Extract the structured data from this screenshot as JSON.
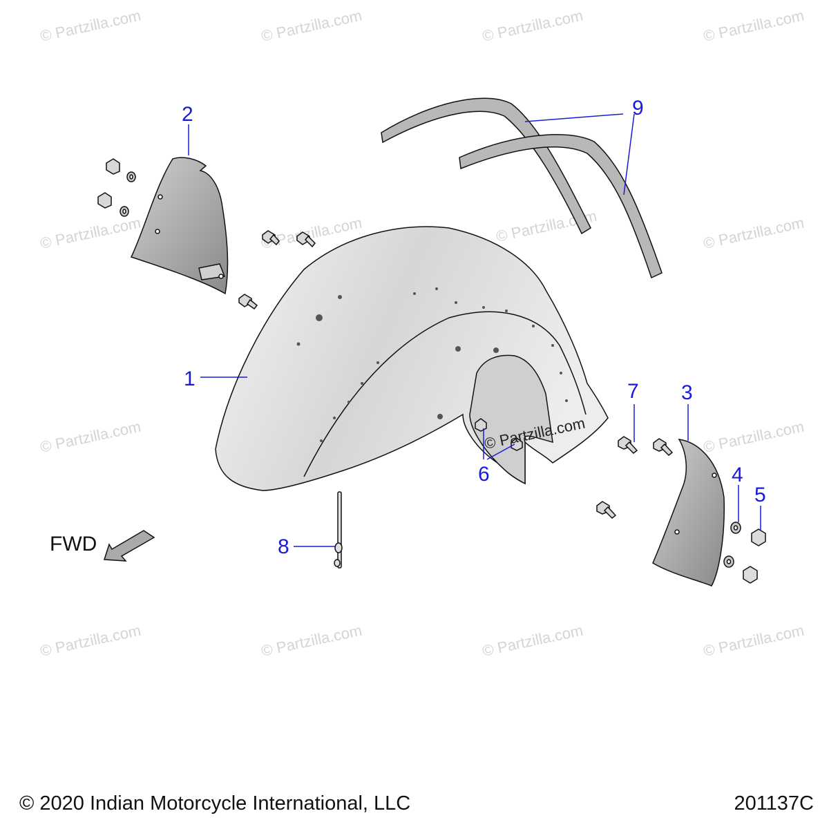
{
  "diagram": {
    "callouts": [
      {
        "id": "1",
        "label": "1"
      },
      {
        "id": "2",
        "label": "2"
      },
      {
        "id": "3",
        "label": "3"
      },
      {
        "id": "4",
        "label": "4"
      },
      {
        "id": "5",
        "label": "5"
      },
      {
        "id": "6",
        "label": "6"
      },
      {
        "id": "7",
        "label": "7"
      },
      {
        "id": "8",
        "label": "8"
      },
      {
        "id": "9",
        "label": "9"
      }
    ],
    "direction_label": "FWD",
    "watermark_text": "© Partzilla.com",
    "copyright": "© 2020 Indian Motorcycle International, LLC",
    "drawing_number": "201137C",
    "colors": {
      "callout": "#1a1ad8",
      "part_fill": "#b8b8b8",
      "fender_fill": "#e6e6e6",
      "outline": "#111111",
      "watermark": "#d4d4d4"
    }
  }
}
